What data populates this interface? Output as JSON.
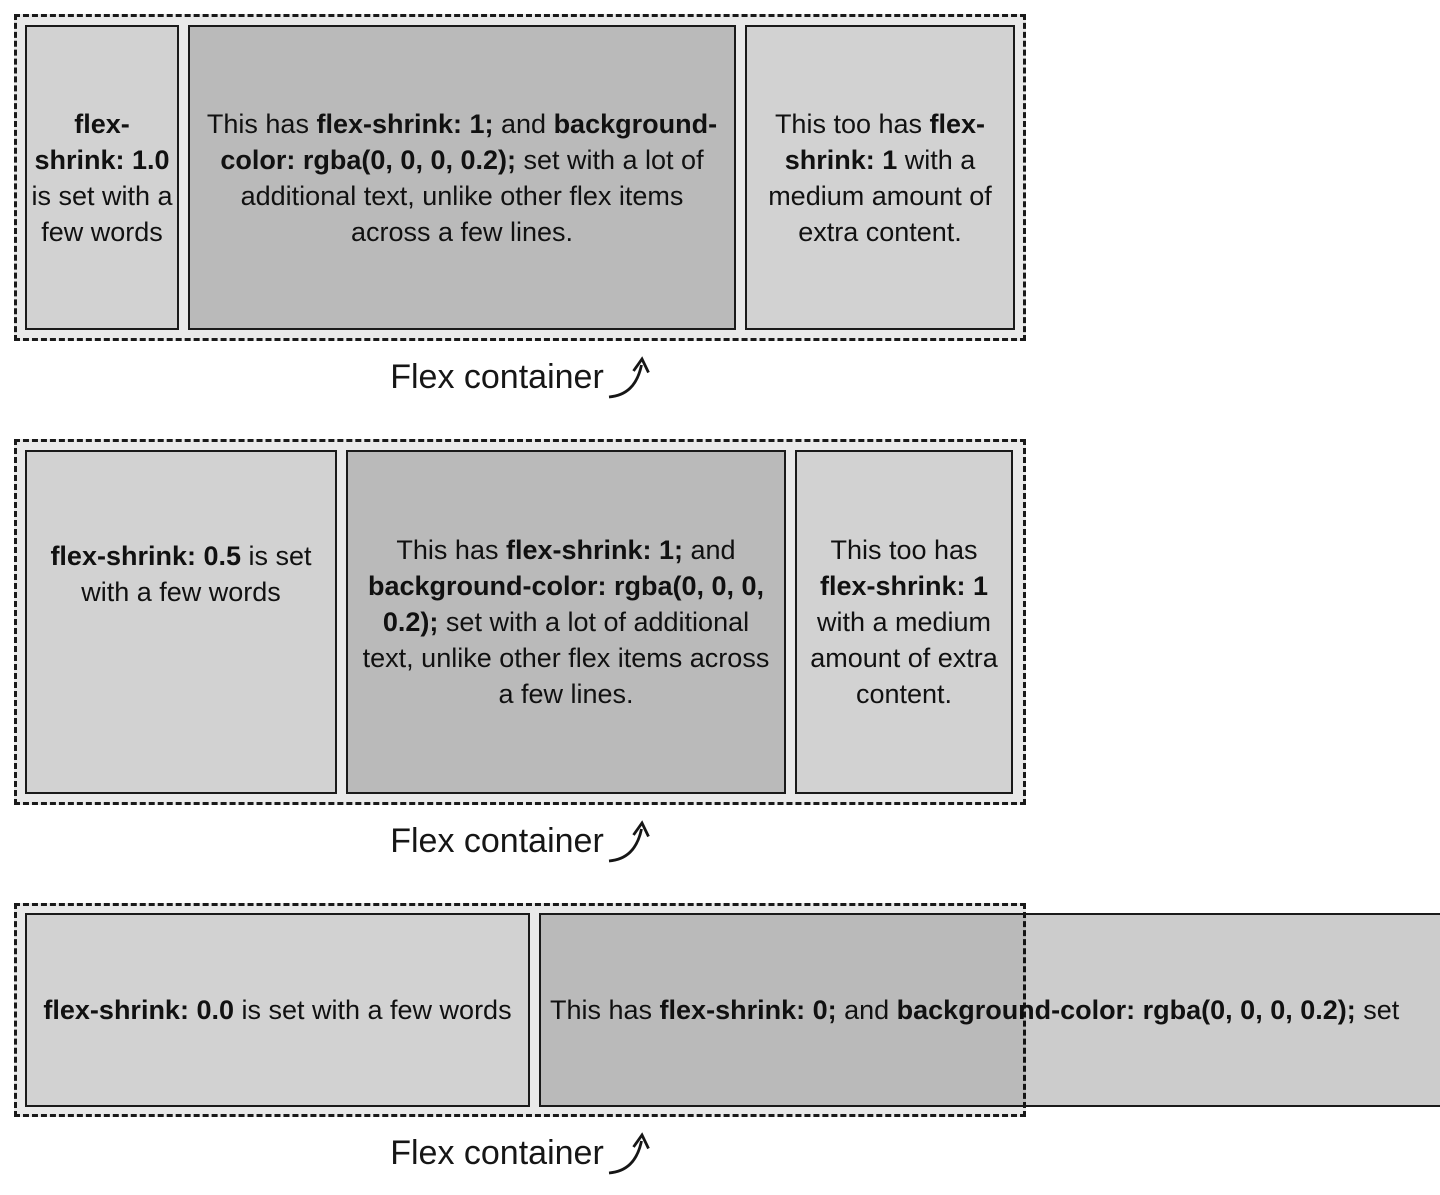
{
  "colors": {
    "page_bg": "#ffffff",
    "container_bg": "#e9e9e9",
    "item_bg": "#d2d2d2",
    "overlay_item_bg": "rgba(0, 0, 0, 0.2)",
    "border": "#1a1a1a",
    "text": "#111111",
    "label_text": "#161616"
  },
  "containers": [
    {
      "label": "Flex container",
      "items": [
        {
          "lines": [
            [
              {
                "t": "flex-",
                "b": true
              }
            ],
            [
              {
                "t": "shrink: 1.0",
                "b": true
              }
            ],
            [
              {
                "t": "is set with a"
              }
            ],
            [
              {
                "t": "few words"
              }
            ]
          ]
        },
        {
          "lines": [
            [
              {
                "t": "This has "
              },
              {
                "t": "flex-shrink: 1;",
                "b": true
              },
              {
                "t": " and "
              },
              {
                "t": "background-",
                "b": true
              }
            ],
            [
              {
                "t": "color: rgba(0, 0, 0, 0.2);",
                "b": true
              },
              {
                "t": " set with a lot of"
              }
            ],
            [
              {
                "t": "additional text, unlike other flex items"
              }
            ],
            [
              {
                "t": "across a few lines."
              }
            ]
          ]
        },
        {
          "lines": [
            [
              {
                "t": "This too has "
              },
              {
                "t": "flex-",
                "b": true
              }
            ],
            [
              {
                "t": "shrink: 1",
                "b": true
              },
              {
                "t": " with a"
              }
            ],
            [
              {
                "t": "medium amount of"
              }
            ],
            [
              {
                "t": "extra content."
              }
            ]
          ]
        }
      ]
    },
    {
      "label": "Flex container",
      "items": [
        {
          "lines": [
            [
              {
                "t": "flex-shrink: 0.5",
                "b": true
              },
              {
                "t": " is set"
              }
            ],
            [
              {
                "t": "with a few words"
              }
            ]
          ]
        },
        {
          "lines": [
            [
              {
                "t": "This has "
              },
              {
                "t": "flex-shrink: 1;",
                "b": true
              },
              {
                "t": " and"
              }
            ],
            [
              {
                "t": "background-color: rgba(0, 0, 0,",
                "b": true
              }
            ],
            [
              {
                "t": "0.2);",
                "b": true
              },
              {
                "t": " set with a lot of additional"
              }
            ],
            [
              {
                "t": "text, unlike other flex items across"
              }
            ],
            [
              {
                "t": "a few lines."
              }
            ]
          ]
        },
        {
          "lines": [
            [
              {
                "t": "This too has"
              }
            ],
            [
              {
                "t": "flex-shrink: 1",
                "b": true
              }
            ],
            [
              {
                "t": "with a medium"
              }
            ],
            [
              {
                "t": "amount of extra"
              }
            ],
            [
              {
                "t": "content."
              }
            ]
          ]
        }
      ]
    },
    {
      "label": "Flex container",
      "items": [
        {
          "lines": [
            [
              {
                "t": "flex-shrink: 0.0",
                "b": true
              },
              {
                "t": " is set with a few words"
              }
            ]
          ]
        },
        {
          "lines": [
            [
              {
                "t": "This has "
              },
              {
                "t": "flex-shrink: 0;",
                "b": true
              },
              {
                "t": " and "
              },
              {
                "t": "background-color: rgba(0, 0, 0, 0.2);",
                "b": true
              },
              {
                "t": " set"
              }
            ]
          ]
        }
      ]
    }
  ]
}
